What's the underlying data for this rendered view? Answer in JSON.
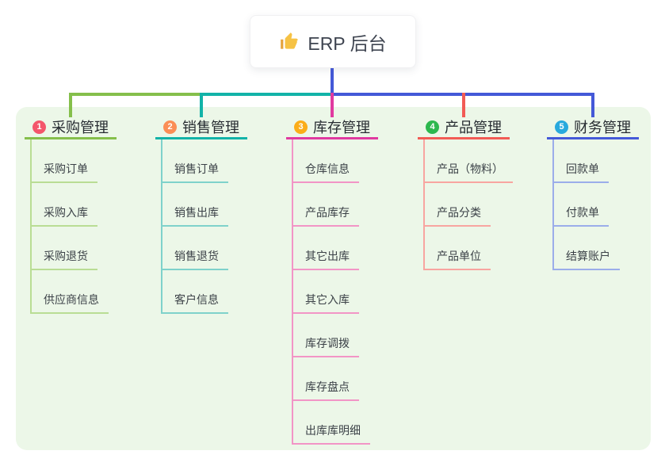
{
  "root": {
    "label": "ERP 后台",
    "icon": "thumbs-up"
  },
  "theme": {
    "background": "#ffffff",
    "panel": "#ecf7e8",
    "trunk_blue": "#4459d8",
    "title_text": "#262b31",
    "child_text": "#3c4248",
    "root_text": "#3e4450",
    "thumb_main": "#f6c244",
    "thumb_cuff": "#e5a33c"
  },
  "branches": [
    {
      "number": "1",
      "label": "采购管理",
      "badge": "#f4566b",
      "line": "#85bf4b",
      "child_line": "#b9dd94",
      "children": [
        "采购订单",
        "采购入库",
        "采购退货",
        "供应商信息"
      ]
    },
    {
      "number": "2",
      "label": "销售管理",
      "badge": "#fb8e56",
      "line": "#12b3a8",
      "child_line": "#7fd2cb",
      "children": [
        "销售订单",
        "销售出库",
        "销售退货",
        "客户信息"
      ]
    },
    {
      "number": "3",
      "label": "库存管理",
      "badge": "#fbad19",
      "line": "#e03aa0",
      "child_line": "#f295c6",
      "children": [
        "仓库信息",
        "产品库存",
        "其它出库",
        "其它入库",
        "库存调拨",
        "库存盘点",
        "出库库明细"
      ]
    },
    {
      "number": "4",
      "label": "产品管理",
      "badge": "#2db84e",
      "line": "#f25b55",
      "child_line": "#f8a5a0",
      "children": [
        "产品（物料）",
        "产品分类",
        "产品单位"
      ]
    },
    {
      "number": "5",
      "label": "财务管理",
      "badge": "#28a9dd",
      "line": "#4459d8",
      "child_line": "#9badea",
      "children": [
        "回款单",
        "付款单",
        "结算账户"
      ]
    }
  ]
}
